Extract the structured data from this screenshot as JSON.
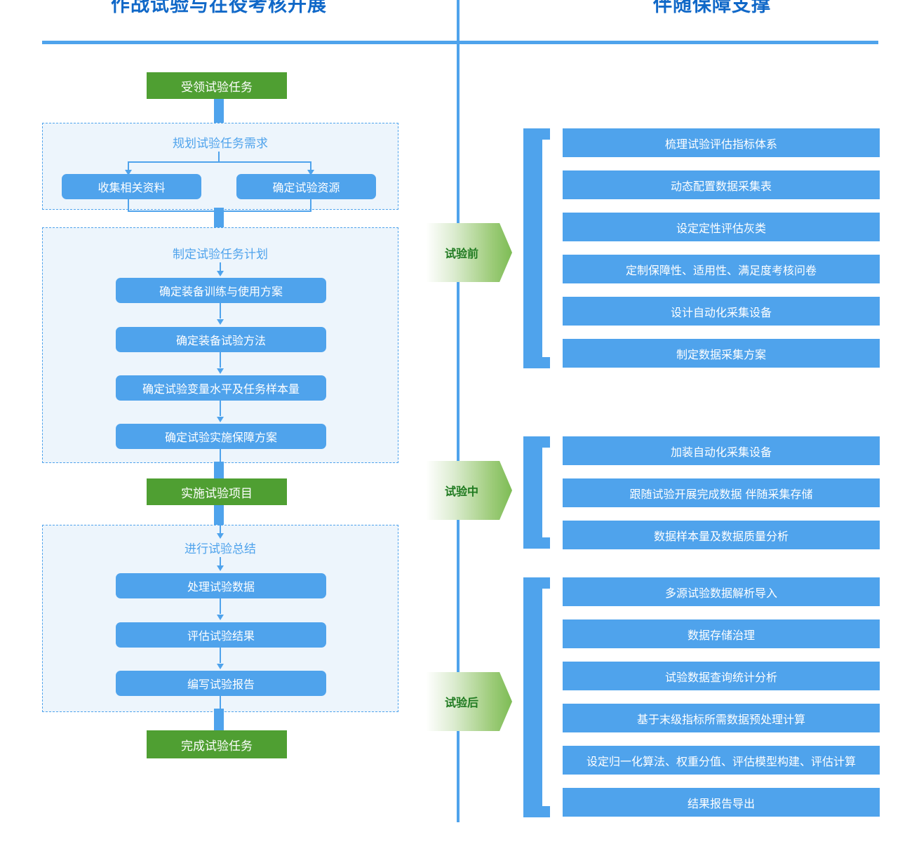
{
  "headings": {
    "left": "作战试验与在役考核开展",
    "right": "伴随保障支撑"
  },
  "colors": {
    "accent_blue": "#4FA3EC",
    "title_blue": "#1068C8",
    "green": "#4F9F32",
    "phase_green_text": "#1F7A20",
    "group_fill": "#EDF5FC"
  },
  "left_flow": {
    "start_node": "受领试验任务",
    "mid_node": "实施试验项目",
    "end_node": "完成试验任务",
    "groups": [
      {
        "label": "规划试验任务需求",
        "layout": "parallel",
        "items": [
          "收集相关资料",
          "确定试验资源"
        ]
      },
      {
        "label": "制定试验任务计划",
        "layout": "sequence",
        "items": [
          "确定装备训练与使用方案",
          "确定装备试验方法",
          "确定试验变量水平及任务样本量",
          "确定试验实施保障方案"
        ]
      },
      {
        "label": "进行试验总结",
        "layout": "sequence",
        "items": [
          "处理试验数据",
          "评估试验结果",
          "编写试验报告"
        ]
      }
    ]
  },
  "right_support": {
    "phases": [
      {
        "name": "试验前",
        "tasks": [
          "梳理试验评估指标体系",
          "动态配置数据采集表",
          "设定定性评估灰类",
          "定制保障性、适用性、满足度考核问卷",
          "设计自动化采集设备",
          "制定数据采集方案"
        ]
      },
      {
        "name": "试验中",
        "tasks": [
          "加装自动化采集设备",
          "跟随试验开展完成数据 伴随采集存储",
          "数据样本量及数据质量分析"
        ]
      },
      {
        "name": "试验后",
        "tasks": [
          "多源试验数据解析导入",
          "数据存储治理",
          "试验数据查询统计分析",
          "基于末级指标所需数据预处理计算",
          "设定归一化算法、权重分值、评估模型构建、评估计算",
          "结果报告导出"
        ]
      }
    ]
  }
}
